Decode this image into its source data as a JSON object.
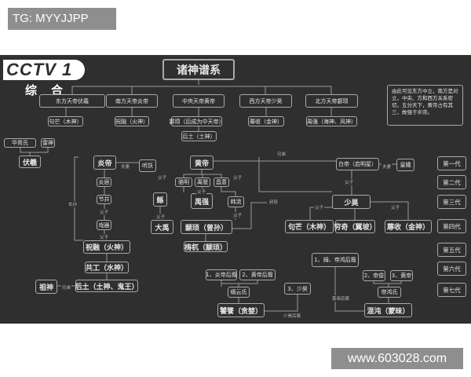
{
  "header": {
    "tag": "TG: MYYJJPP"
  },
  "watermark": "www.603028.com",
  "logo": {
    "brand": "CCTV 1",
    "sub": "综合"
  },
  "diagram": {
    "title": "诸神谱系",
    "note": "由此可见东方中立，南方是对立，中央、方和西方关系密切，五分天下，黄帝占有其三，故强于炎帝。",
    "nodes": {
      "e_emp": "东方天帝伏羲",
      "s_emp": "南方天帝炎帝",
      "c_emp": "中央天帝黄帝",
      "w_emp": "西方天帝少昊",
      "n_emp": "北方天帝颛顼",
      "e_aide": "句芒（木神）",
      "s_aide": "祝融（火神）",
      "c_aide": "颛顼（后成为中天帝）",
      "w_aide": "蓐收（金神）",
      "n_aide": "禺强（海神、风神）",
      "c_aide2": "后土（土神）",
      "huaxu": "华胥氏",
      "leishen": "雷神",
      "fuxi": "伏羲",
      "yandi": "炎帝",
      "tingyao": "听訞",
      "yanju": "炎居",
      "jiebing": "节并",
      "xiqi": "戏器",
      "zhurong": "祝融（火神）",
      "gonggong": "共工（水神）",
      "houtu": "后土（土神、鬼王）",
      "zushen": "祖神",
      "huangdi": "黄帝",
      "luoming": "骆明",
      "yuguo": "禺虢",
      "changyi": "昌意",
      "gun": "鲧",
      "yuqiang": "禺强",
      "hanliu": "韩流",
      "dayu": "大禹",
      "zhuanxu": "颛顼（曾孙）",
      "taowu": "梼杌（颛顼）",
      "baidi": "白帝（启明星）",
      "huange": "皇娥",
      "shaohao": "少昊",
      "goumang": "句芒（木神）",
      "qiongqi": "穷奇（翼坡）",
      "rushou": "蓐收（金神）",
      "b1": "1、炎帝后裔",
      "b2": "2、黄帝后裔",
      "jinyun": "缙云氏",
      "b3": "3、少昊",
      "taotie": "饕餮（贪婪）",
      "c1": "1、姆、帝鸿后裔",
      "c2": "2、帝俊",
      "c3": "3、黄帝",
      "dihong": "帝鸿氏",
      "hundun": "混沌（蒙昧）"
    },
    "labels": {
      "fuqi1": "夫妻",
      "fuqi2": "夫妻",
      "xiongdi1": "兄弟",
      "xiongdi2": "兄弟",
      "shuzhi": "叔侄",
      "xuansun": "玄孙",
      "fz1": "父子",
      "fz2": "父子",
      "fz3": "父子",
      "fz4": "父子",
      "fz5": "父子",
      "fz6": "父子",
      "fz7": "父子",
      "fz8": "父子",
      "fz9": "父子",
      "fz10": "父子",
      "shaohao_desc": "少昊后裔",
      "hundun_desc": "黄帝后裔"
    },
    "generations": [
      "第一代",
      "第二代",
      "第三代",
      "第四代",
      "第五代",
      "第六代",
      "第七代"
    ]
  }
}
